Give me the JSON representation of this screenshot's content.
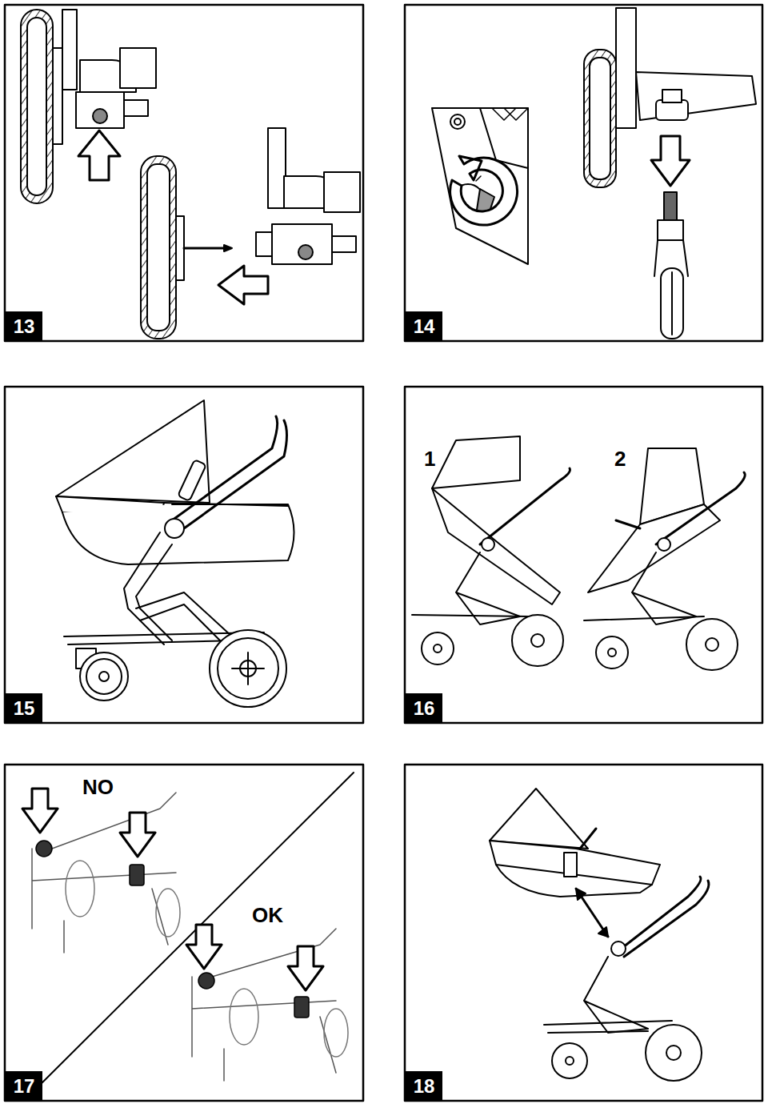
{
  "diagram": {
    "labels": [
      "13",
      "14",
      "15",
      "1",
      "2",
      "16",
      "NO",
      "OK",
      "17",
      "18"
    ]
  }
}
